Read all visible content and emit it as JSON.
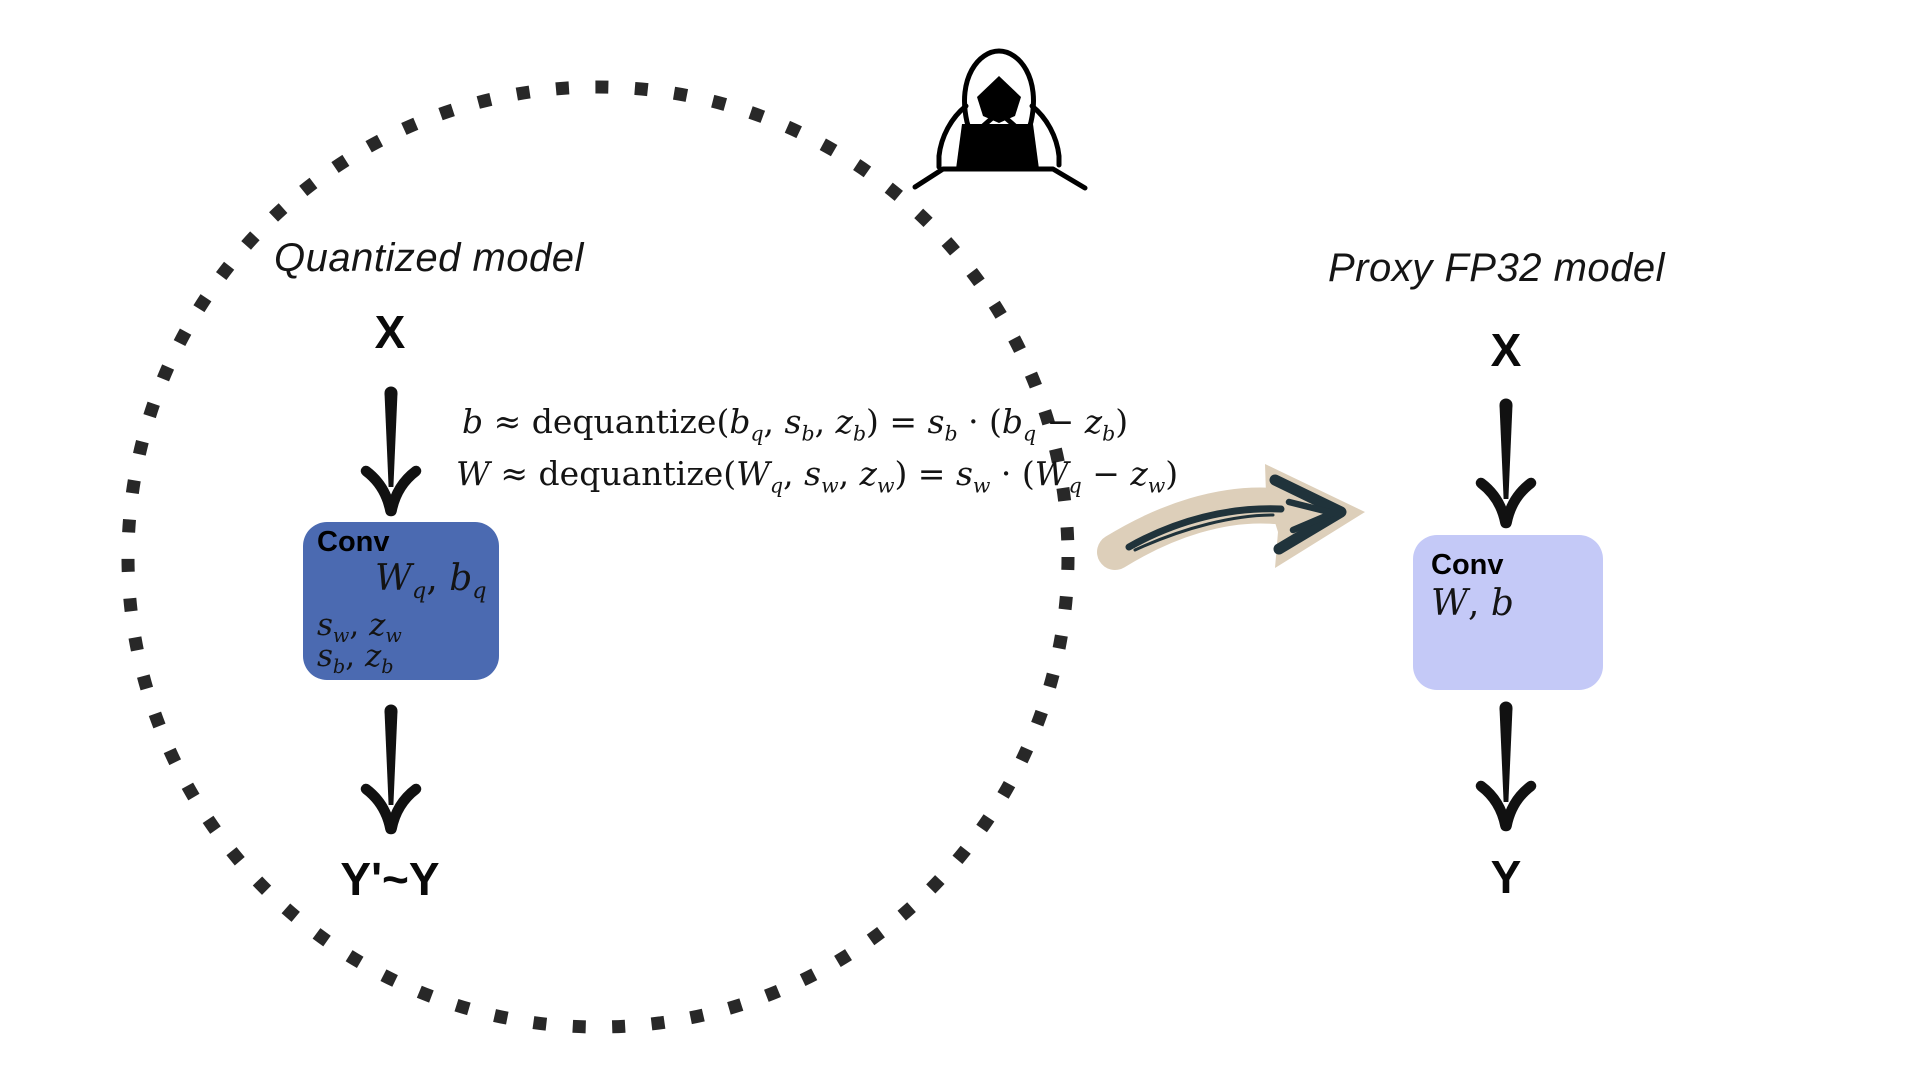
{
  "diagram": {
    "attacker": {
      "icon": "hacker-laptop-icon"
    },
    "transform_arrow": {
      "icon": "handdrawn-right-arrow-icon"
    },
    "quantized_model": {
      "title": "Quantized model",
      "input_label": "X",
      "output_label": "Y'~Y",
      "conv": {
        "label": "Conv",
        "weights": [
          {
            "it": "W",
            "sub": "q"
          },
          {
            "rm": ", "
          },
          {
            "it": "b",
            "sub": "q"
          }
        ],
        "weight_qparams": [
          {
            "it": "s",
            "sub": "w"
          },
          {
            "rm": ", "
          },
          {
            "it": "z",
            "sub": "w"
          }
        ],
        "bias_qparams": [
          {
            "it": "s",
            "sub": "b"
          },
          {
            "rm": ", "
          },
          {
            "it": "z",
            "sub": "b"
          }
        ]
      },
      "equations": {
        "bias": [
          {
            "it": "b"
          },
          {
            "rm": " ≈ dequantize("
          },
          {
            "it": "b",
            "sub": "q"
          },
          {
            "rm": ", "
          },
          {
            "it": "s",
            "sub": "b"
          },
          {
            "rm": ", "
          },
          {
            "it": "z",
            "sub": "b"
          },
          {
            "rm": ") = "
          },
          {
            "it": "s",
            "sub": "b"
          },
          {
            "rm": " · ("
          },
          {
            "it": "b",
            "sub": "q"
          },
          {
            "rm": " − "
          },
          {
            "it": "z",
            "sub": "b"
          },
          {
            "rm": ")"
          }
        ],
        "weight": [
          {
            "it": "W"
          },
          {
            "rm": " ≈ dequantize("
          },
          {
            "it": "W",
            "sub": "q"
          },
          {
            "rm": ", "
          },
          {
            "it": "s",
            "sub": "w"
          },
          {
            "rm": ", "
          },
          {
            "it": "z",
            "sub": "w"
          },
          {
            "rm": ") = "
          },
          {
            "it": "s",
            "sub": "w"
          },
          {
            "rm": " · ("
          },
          {
            "it": "W",
            "sub": "q"
          },
          {
            "rm": " − "
          },
          {
            "it": "z",
            "sub": "w"
          },
          {
            "rm": ")"
          }
        ]
      }
    },
    "proxy_model": {
      "title": "Proxy FP32 model",
      "input_label": "X",
      "output_label": "Y",
      "conv": {
        "label": "Conv",
        "weights": [
          {
            "it": "W"
          },
          {
            "rm": ", "
          },
          {
            "it": "b"
          }
        ]
      }
    },
    "colors": {
      "quantized_conv_box": "#4b6ab1",
      "proxy_conv_box": "#c4c9f7",
      "handdrawn_arrow_band": "#ddcfba",
      "handdrawn_arrow_ink": "#20333b",
      "ink": "#111111",
      "dotted_circle": "#282828"
    }
  }
}
